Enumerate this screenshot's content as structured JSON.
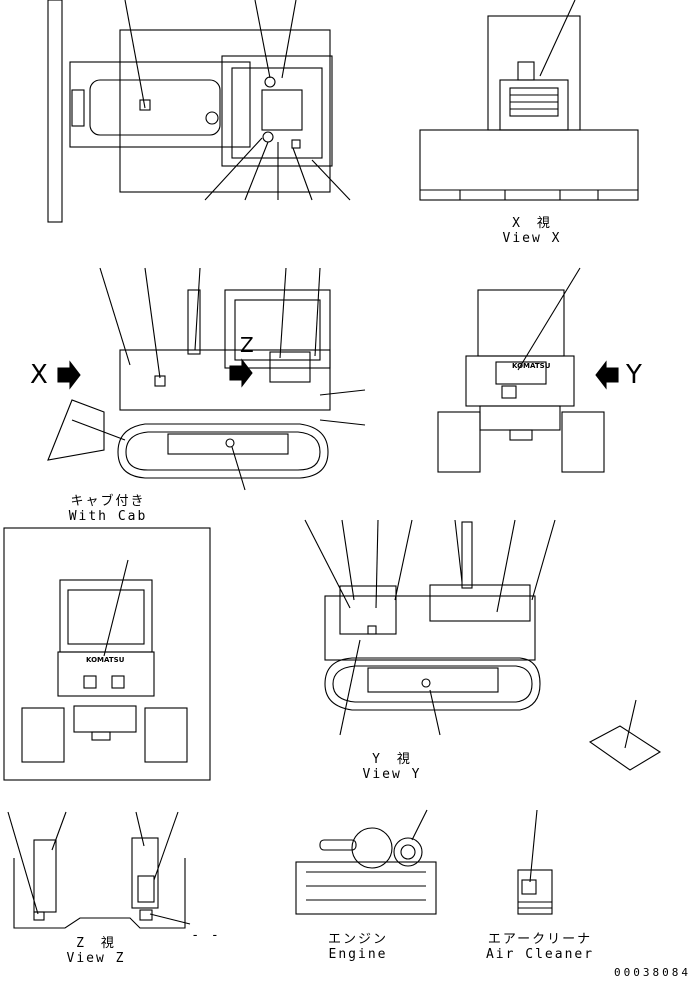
{
  "views": {
    "view_x": {
      "jp": "X　視",
      "en": "View X"
    },
    "with_cab": {
      "jp": "キャブ付き",
      "en": "With Cab"
    },
    "view_y": {
      "jp": "Y　視",
      "en": "View Y"
    },
    "view_z": {
      "jp": "Z　視",
      "en": "View Z"
    },
    "engine": {
      "jp": "エンジン",
      "en": "Engine"
    },
    "air_cleaner": {
      "jp": "エアークリーナ",
      "en": "Air Cleaner"
    }
  },
  "arrows": {
    "x": "X",
    "y": "Y",
    "z": "Z"
  },
  "dash_mark": "- -",
  "drawing_code": "00038084",
  "decal_text": "KOMATSU",
  "colors": {
    "line": "#000000",
    "arrow": "#000000",
    "background": "#ffffff"
  }
}
